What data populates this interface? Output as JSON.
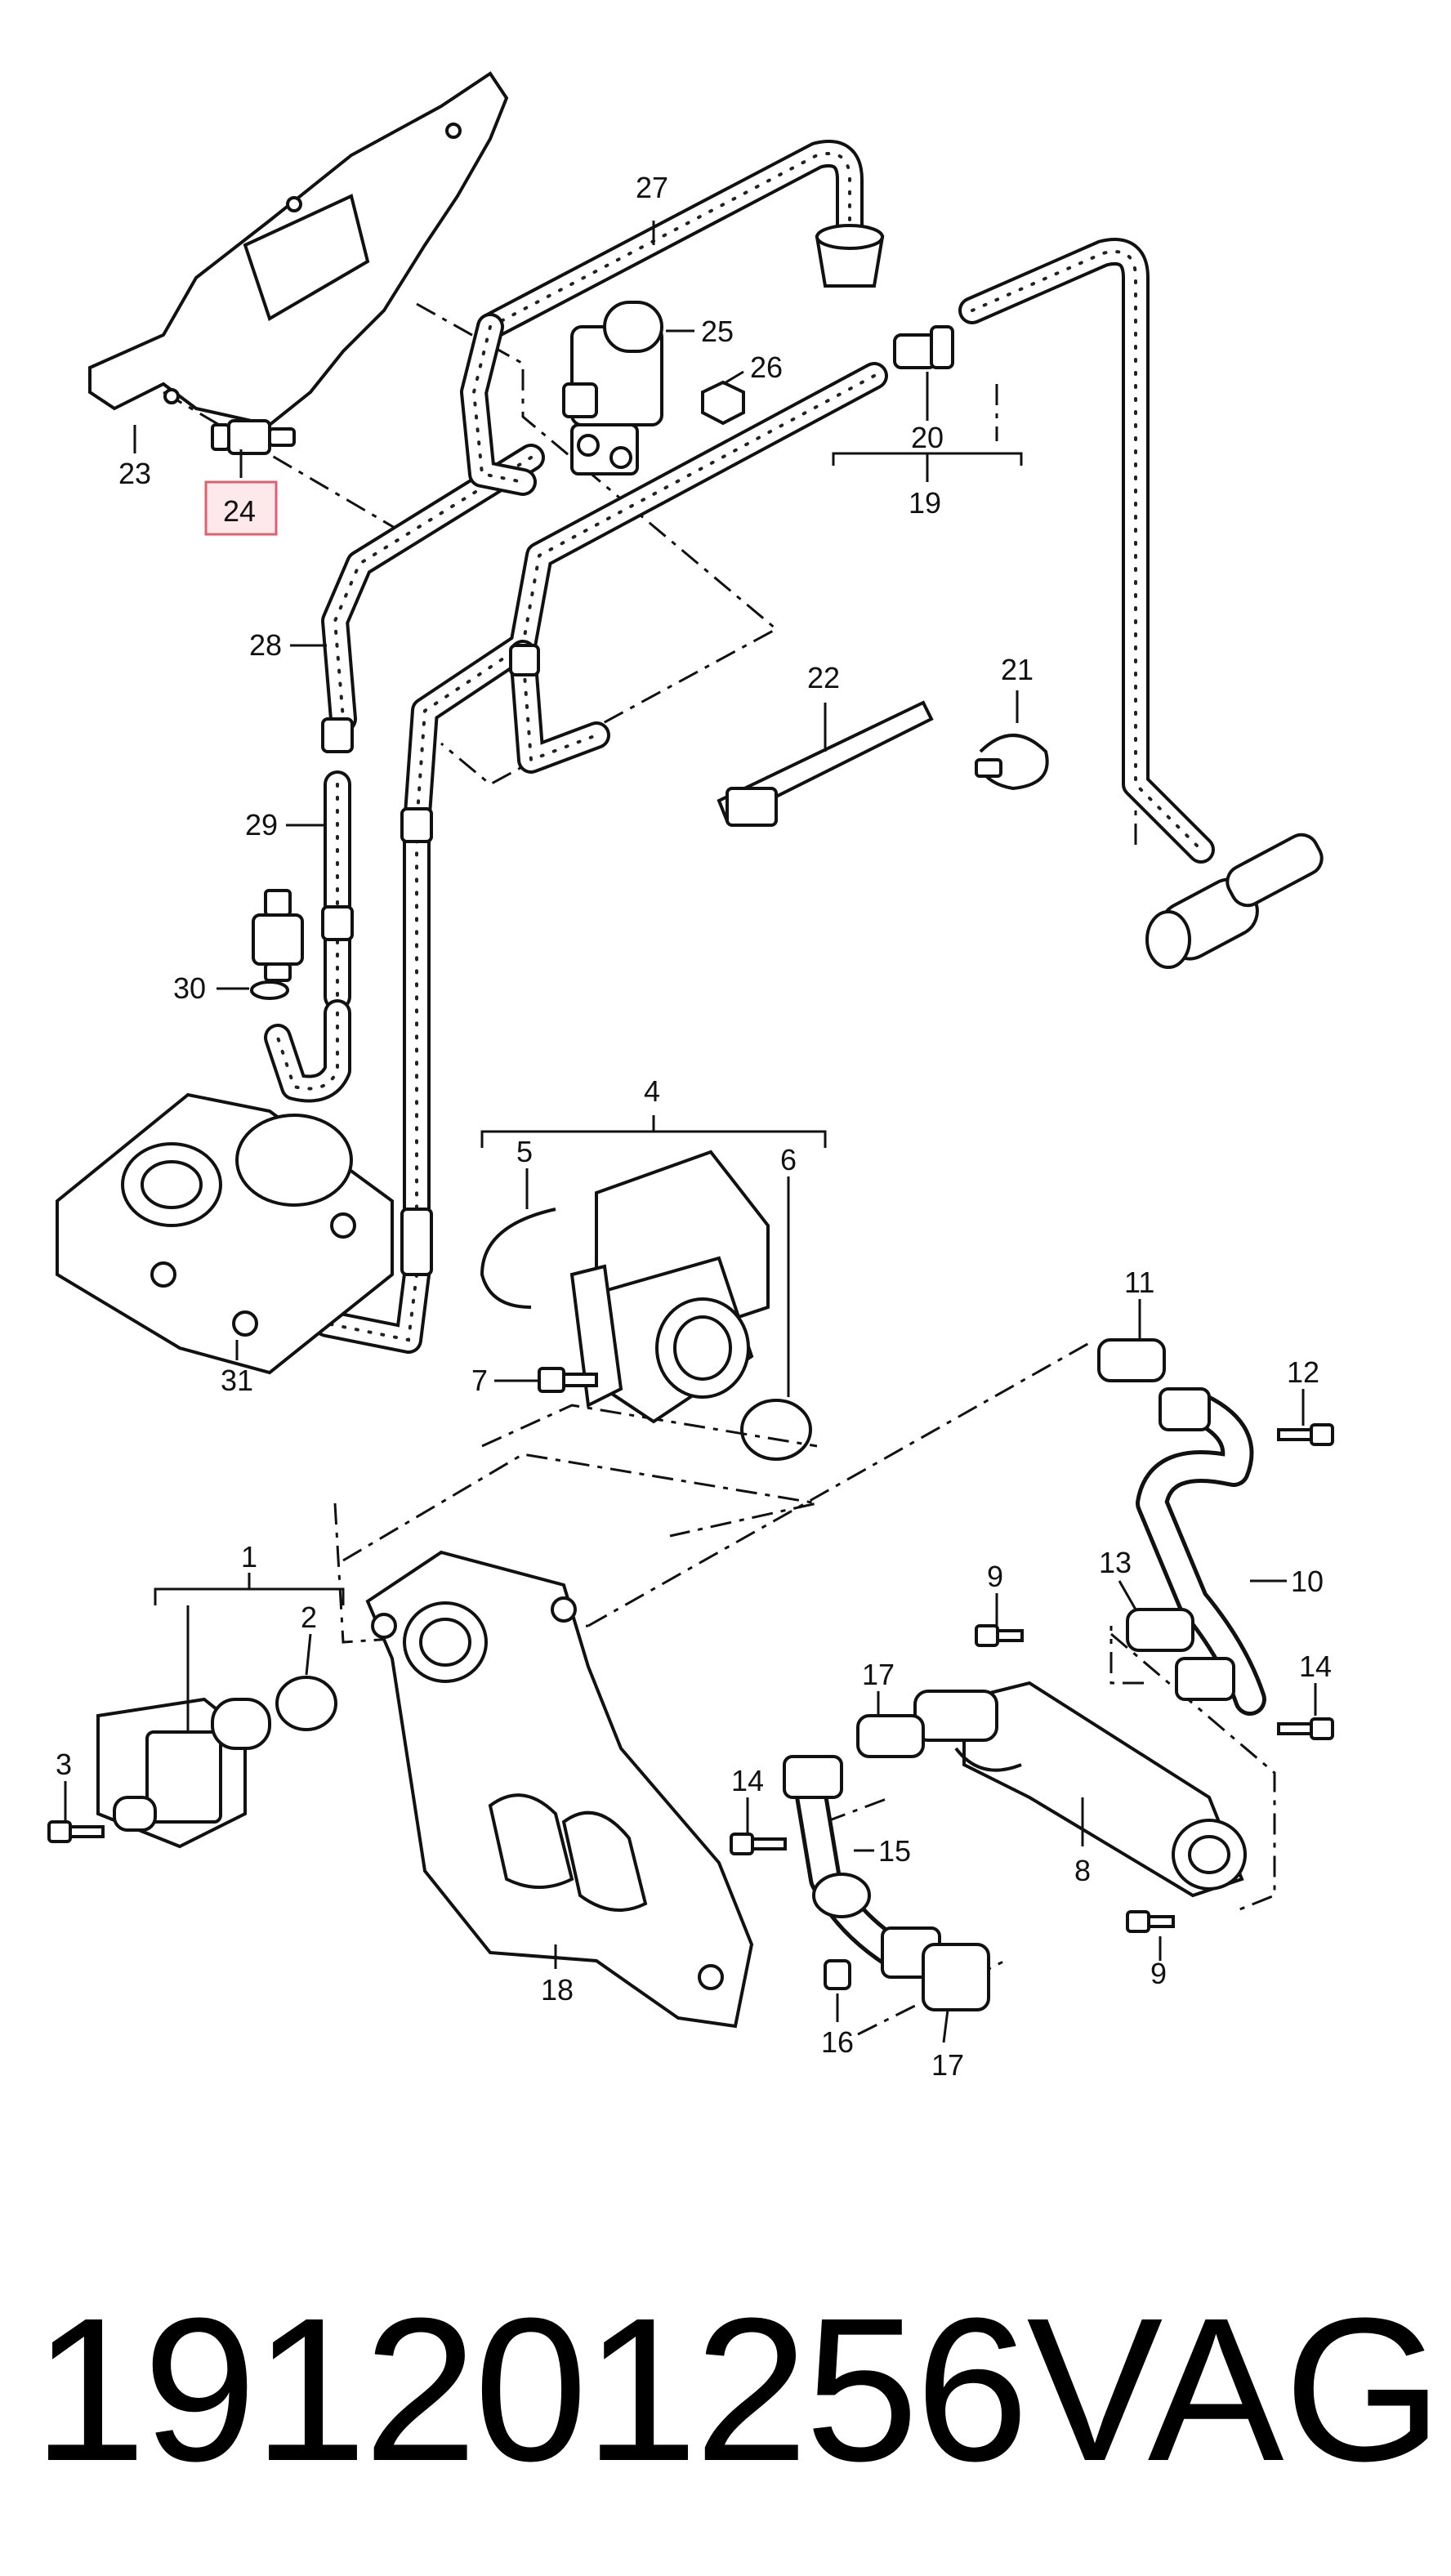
{
  "diagram": {
    "callouts": [
      {
        "id": "c1",
        "label": "1"
      },
      {
        "id": "c2",
        "label": "2"
      },
      {
        "id": "c3",
        "label": "3"
      },
      {
        "id": "c4",
        "label": "4"
      },
      {
        "id": "c5",
        "label": "5"
      },
      {
        "id": "c6",
        "label": "6"
      },
      {
        "id": "c7",
        "label": "7"
      },
      {
        "id": "c8",
        "label": "8"
      },
      {
        "id": "c9a",
        "label": "9"
      },
      {
        "id": "c9b",
        "label": "9"
      },
      {
        "id": "c10",
        "label": "10"
      },
      {
        "id": "c11",
        "label": "11"
      },
      {
        "id": "c12",
        "label": "12"
      },
      {
        "id": "c13",
        "label": "13"
      },
      {
        "id": "c14a",
        "label": "14"
      },
      {
        "id": "c14b",
        "label": "14"
      },
      {
        "id": "c15",
        "label": "15"
      },
      {
        "id": "c16",
        "label": "16"
      },
      {
        "id": "c17a",
        "label": "17"
      },
      {
        "id": "c17b",
        "label": "17"
      },
      {
        "id": "c18",
        "label": "18"
      },
      {
        "id": "c19",
        "label": "19"
      },
      {
        "id": "c20",
        "label": "20"
      },
      {
        "id": "c21",
        "label": "21"
      },
      {
        "id": "c22",
        "label": "22"
      },
      {
        "id": "c23",
        "label": "23"
      },
      {
        "id": "c24",
        "label": "24"
      },
      {
        "id": "c25",
        "label": "25"
      },
      {
        "id": "c26",
        "label": "26"
      },
      {
        "id": "c27",
        "label": "27"
      },
      {
        "id": "c28",
        "label": "28"
      },
      {
        "id": "c29",
        "label": "29"
      },
      {
        "id": "c30",
        "label": "30"
      },
      {
        "id": "c31",
        "label": "31"
      }
    ],
    "highlighted_callout": "24",
    "highlight_color": "#e06070"
  },
  "footer": {
    "part_number": "191201256",
    "brand": "VAG"
  }
}
